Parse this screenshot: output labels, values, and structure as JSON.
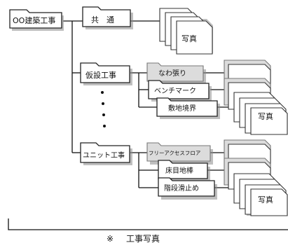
{
  "root": {
    "label": "OO建築工事"
  },
  "categories": [
    {
      "label": "共　通"
    },
    {
      "label": "仮設工事",
      "items": [
        "なわ張り",
        "ベンチマーク",
        "敷地境界"
      ]
    },
    {
      "label": "ユニット工事",
      "items": [
        "フリーアクセスフロア",
        "床目地棒",
        "階段滑止め"
      ]
    }
  ],
  "photo_label": "写真",
  "footer": {
    "mark": "※",
    "caption": "工事写真"
  }
}
